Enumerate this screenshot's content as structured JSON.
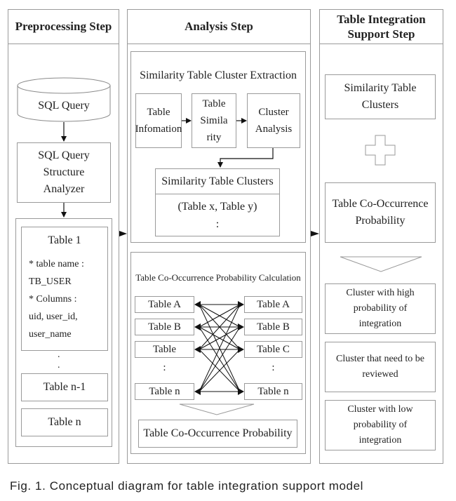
{
  "columns": {
    "preprocessing": "Preprocessing Step",
    "analysis": "Analysis Step",
    "integration": "Table Integration\nSupport Step"
  },
  "preprocessing": {
    "sql_query": "SQL Query",
    "analyzer": "SQL Query\nStructure\nAnalyzer",
    "table1_title": "Table 1",
    "table1_details": "* table name :\nTB_USER\n* Columns :\nuid, user_id,\nuser_name",
    "vertical_ellipsis": ".\n.",
    "table_n_minus_1": "Table n-1",
    "table_n": "Table n"
  },
  "analysis": {
    "cluster_extraction_title": "Similarity Table Cluster Extraction",
    "table_information": "Table\nInfomation",
    "table_similarity": "Table\nSimila\nrity",
    "cluster_analysis": "Cluster\nAnalysis",
    "similarity_clusters_title": "Similarity Table Clusters",
    "similarity_clusters_content": "(Table x, Table y)\n:",
    "cooccurrence_calc_title": "Table Co-Occurrence Probability Calculation",
    "left_tables": [
      "Table A",
      "Table B",
      "Table",
      ":",
      "Table n"
    ],
    "right_tables": [
      "Table A",
      "Table B",
      "Table C",
      ":",
      "Table n"
    ],
    "cooccurrence_result": "Table Co-Occurrence Probability"
  },
  "integration": {
    "similarity_clusters": "Similarity Table\nClusters",
    "cooccurrence_probability": "Table Co-Occurrence\nProbability",
    "high": "Cluster with high\nprobability of\nintegration",
    "review": "Cluster that need to be\nreviewed",
    "low": "Cluster with low\nprobability of\nintegration"
  },
  "caption": "Fig. 1. Conceptual diagram for table integration support model"
}
